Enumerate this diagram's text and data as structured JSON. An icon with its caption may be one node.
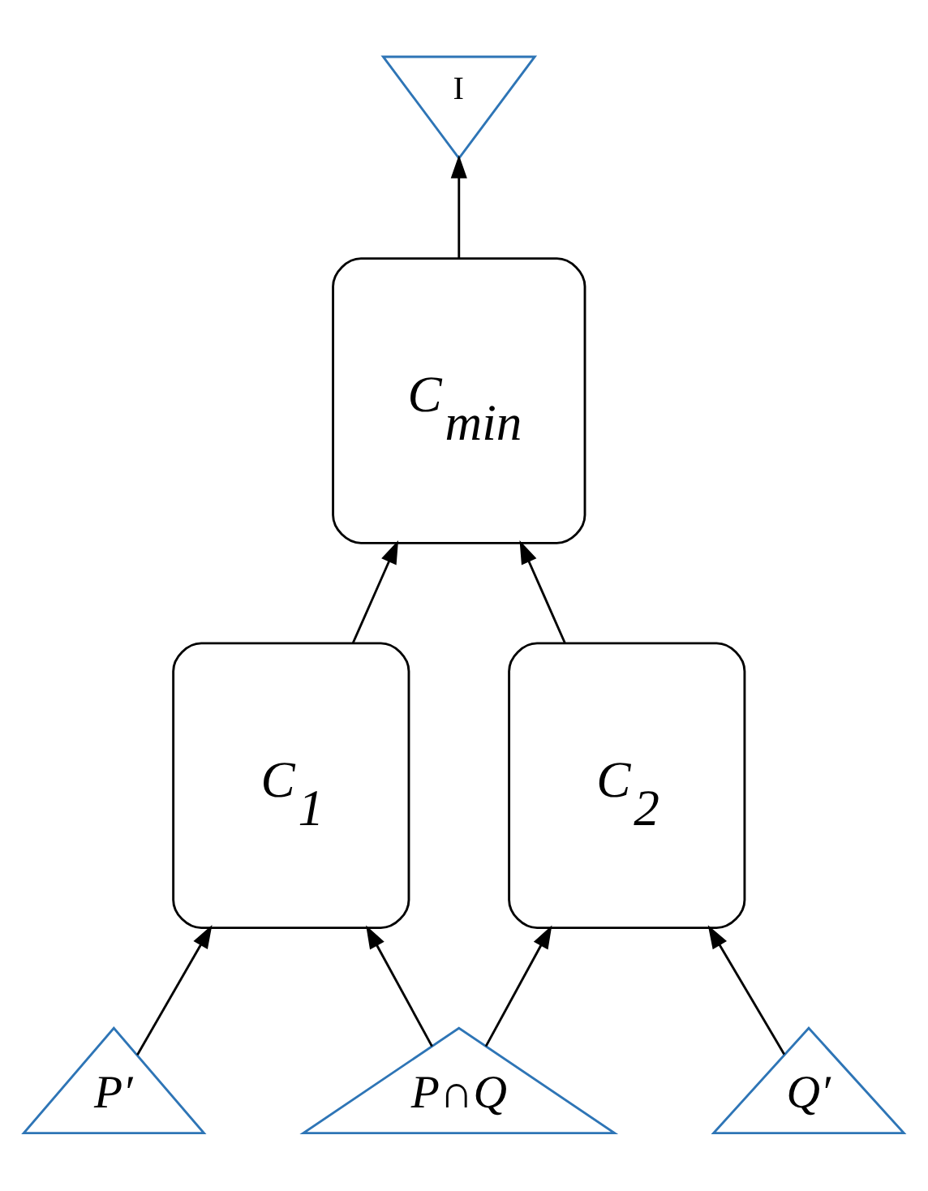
{
  "diagram": {
    "nodes": [
      {
        "text": [
          "I"
        ]
      },
      {
        "text": [
          "C$_{min}$"
        ]
      },
      {
        "text": [
          "C$_{1}$"
        ]
      },
      {
        "text": [
          "C$_{2}$"
        ]
      },
      {
        "text": [
          "P′"
        ]
      },
      {
        "text": [
          "P∩Q"
        ]
      },
      {
        "text": [
          "Q′"
        ]
      }
    ],
    "edges": [
      {
        "from": 1,
        "to": 0,
        "arrow": "to"
      },
      {
        "from": 2,
        "to": 1,
        "arrow": "to"
      },
      {
        "from": 3,
        "to": 1,
        "arrow": "to"
      },
      {
        "from": 4,
        "to": 2,
        "arrow": "to"
      },
      {
        "from": 5,
        "to": 2,
        "arrow": "to"
      },
      {
        "from": 5,
        "to": 3,
        "arrow": "to"
      },
      {
        "from": 6,
        "to": 3,
        "arrow": "to"
      }
    ]
  }
}
